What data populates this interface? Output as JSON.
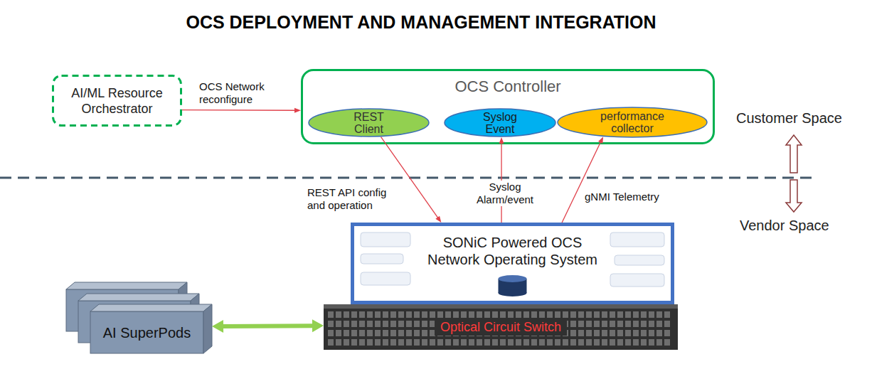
{
  "diagram": {
    "title": "OCS DEPLOYMENT AND MANAGEMENT INTEGRATION",
    "nodes": [
      {
        "text": [
          "AI/ML Resource Orchestrator"
        ]
      },
      {
        "text": [
          "OCS Controller"
        ]
      },
      {
        "text": [
          "REST Client"
        ],
        "in": 1
      },
      {
        "text": [
          "Syslog Event"
        ],
        "in": 1
      },
      {
        "text": [
          "performance collector"
        ],
        "in": 1
      },
      {
        "text": [
          "SONiC Powered OCS Network Operating System"
        ]
      },
      {
        "text": [
          "Optical Circuit Switch"
        ]
      },
      {
        "text": [
          "AI SuperPods"
        ]
      }
    ],
    "edges": [
      {
        "from": 0,
        "to": 1,
        "arrow": "to",
        "label": "OCS Network reconfigure"
      },
      {
        "from": 2,
        "to": 5,
        "arrow": "to",
        "label": "REST API config and operation"
      },
      {
        "from": 5,
        "to": 3,
        "arrow": "to",
        "label": "Syslog Alarm/event"
      },
      {
        "from": 5,
        "to": 4,
        "arrow": "to",
        "label": "gNMI Telemetry"
      },
      {
        "from": 7,
        "to": 6,
        "arrow": "both"
      }
    ],
    "labels": [
      "Customer Space",
      "Vendor Space"
    ]
  }
}
